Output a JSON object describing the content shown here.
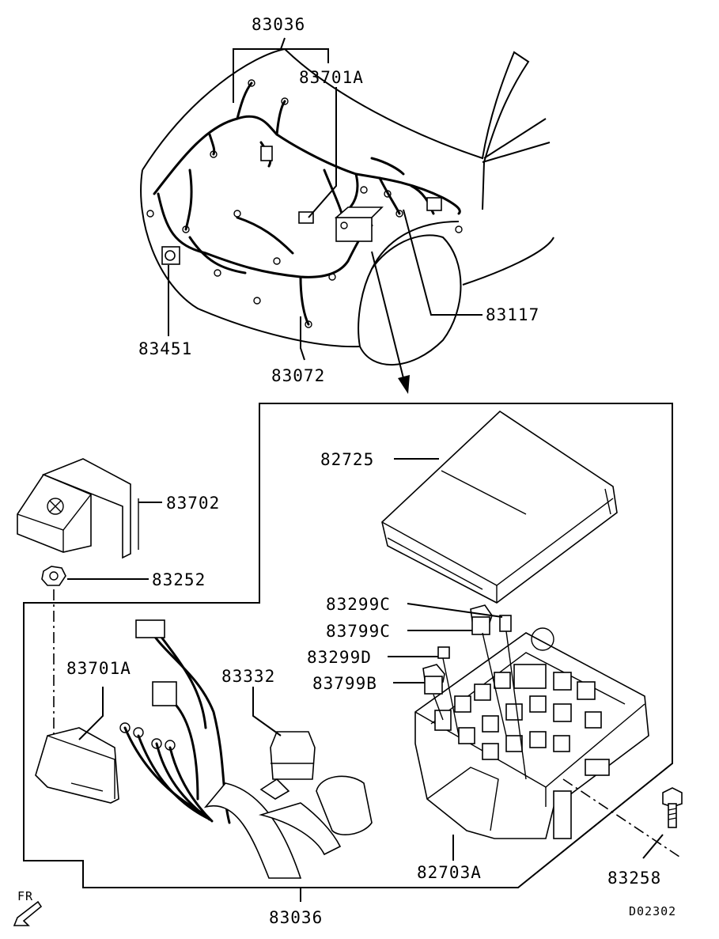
{
  "callouts": [
    {
      "key": "c83036_top",
      "text": "83036"
    },
    {
      "key": "c83701A_top",
      "text": "83701A"
    },
    {
      "key": "c83117",
      "text": "83117"
    },
    {
      "key": "c83451",
      "text": "83451"
    },
    {
      "key": "c83072",
      "text": "83072"
    },
    {
      "key": "c82725",
      "text": "82725"
    },
    {
      "key": "c83702",
      "text": "83702"
    },
    {
      "key": "c83252",
      "text": "83252"
    },
    {
      "key": "c83299C",
      "text": "83299C"
    },
    {
      "key": "c83799C",
      "text": "83799C"
    },
    {
      "key": "c83299D",
      "text": "83299D"
    },
    {
      "key": "c83799B",
      "text": "83799B"
    },
    {
      "key": "c83701A_bottom",
      "text": "83701A"
    },
    {
      "key": "c83332",
      "text": "83332"
    },
    {
      "key": "c82703A",
      "text": "82703A"
    },
    {
      "key": "c83258",
      "text": "83258"
    },
    {
      "key": "c83036_bottom",
      "text": "83036"
    }
  ],
  "direction_label": "FR",
  "drawing_code": "D02302",
  "icons": [
    "front-direction-arrow-icon"
  ]
}
